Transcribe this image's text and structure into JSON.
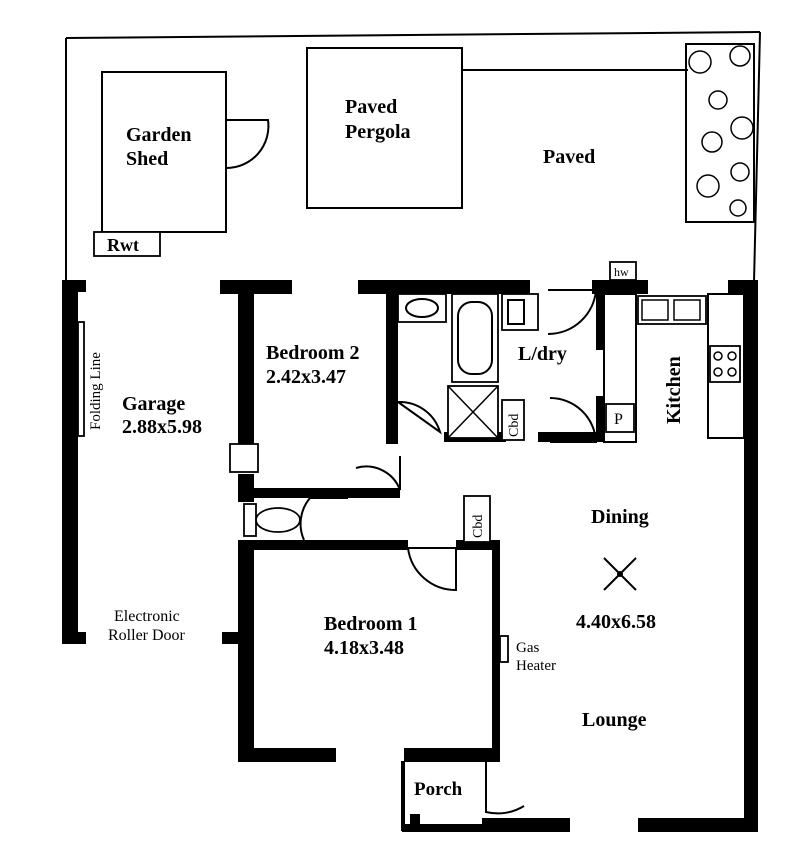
{
  "labels": {
    "garden_shed_1": "Garden",
    "garden_shed_2": "Shed",
    "rwt": "Rwt",
    "pergola_1": "Paved",
    "pergola_2": "Pergola",
    "paved": "Paved",
    "hw": "hw",
    "folding_line": "Folding Line",
    "garage_name": "Garage",
    "garage_size": "2.88x5.98",
    "bedroom2_name": "Bedroom 2",
    "bedroom2_size": "2.42x3.47",
    "ldry": "L/dry",
    "kitchen": "Kitchen",
    "pantry": "P",
    "cbd_1": "Cbd",
    "cbd_2": "Cbd",
    "dining": "Dining",
    "lounge_size": "4.40x6.58",
    "lounge": "Lounge",
    "roller_1": "Electronic",
    "roller_2": "Roller Door",
    "bedroom1_name": "Bedroom 1",
    "bedroom1_size": "4.18x3.48",
    "gas_1": "Gas",
    "gas_2": "Heater",
    "porch": "Porch"
  }
}
